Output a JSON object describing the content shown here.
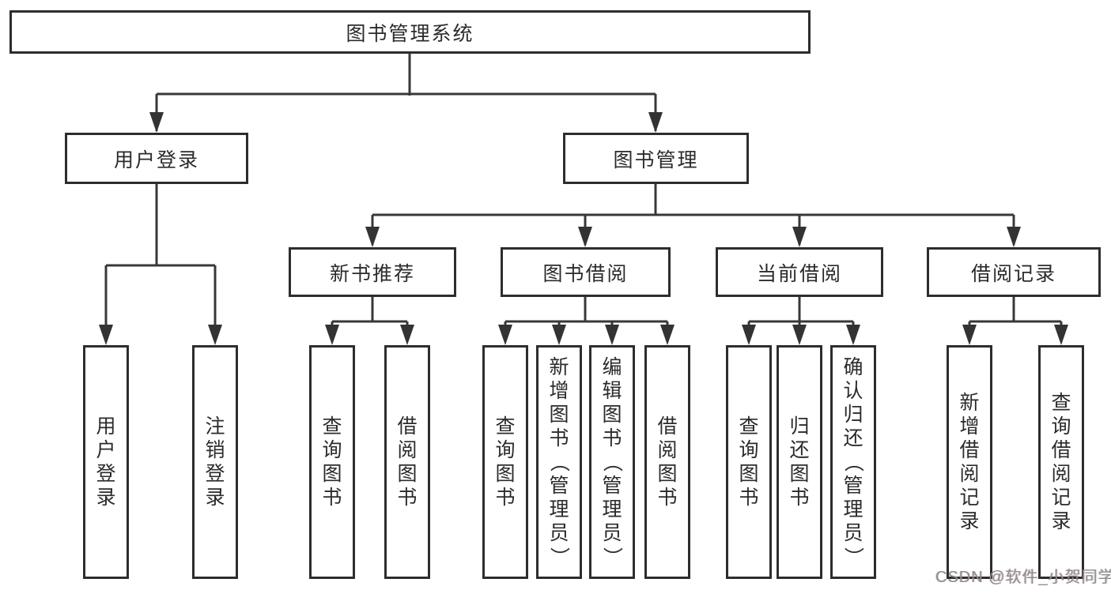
{
  "tree": {
    "root_label": "图书管理系统",
    "branches": [
      {
        "label": "用户登录",
        "children": [
          {
            "label": "用户登录"
          },
          {
            "label": "注销登录"
          }
        ]
      },
      {
        "label": "图书管理",
        "children": [
          {
            "label": "新书推荐",
            "children": [
              {
                "label": "查询图书"
              },
              {
                "label": "借阅图书"
              }
            ]
          },
          {
            "label": "图书借阅",
            "children": [
              {
                "label": "查询图书"
              },
              {
                "label": "新增图书（管理员）"
              },
              {
                "label": "编辑图书（管理员）"
              },
              {
                "label": "借阅图书"
              }
            ]
          },
          {
            "label": "当前借阅",
            "children": [
              {
                "label": "查询图书"
              },
              {
                "label": "归还图书"
              },
              {
                "label": "确认归还（管理员）"
              }
            ]
          },
          {
            "label": "借阅记录",
            "children": [
              {
                "label": "新增借阅记录"
              },
              {
                "label": "查询借阅记录"
              }
            ]
          }
        ]
      }
    ]
  },
  "watermark": {
    "text": "CSDN @软件_小贺同学"
  },
  "colors": {
    "box_border": "#2d2d2d",
    "connector_line": "#383838",
    "text": "#2b2b2b",
    "watermark_text": "#8e8e8e",
    "background": "#ffffff"
  }
}
